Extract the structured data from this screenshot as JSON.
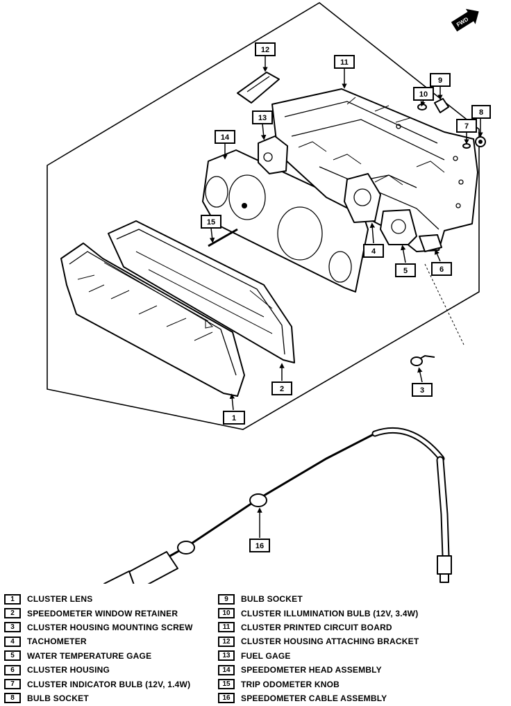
{
  "direction_indicator": "FWD",
  "callouts": [
    "1",
    "2",
    "3",
    "4",
    "5",
    "6",
    "7",
    "8",
    "9",
    "10",
    "11",
    "12",
    "13",
    "14",
    "15",
    "16"
  ],
  "legend": {
    "left": [
      {
        "num": "1",
        "label": "CLUSTER LENS"
      },
      {
        "num": "2",
        "label": "SPEEDOMETER WINDOW RETAINER"
      },
      {
        "num": "3",
        "label": "CLUSTER HOUSING MOUNTING SCREW"
      },
      {
        "num": "4",
        "label": "TACHOMETER"
      },
      {
        "num": "5",
        "label": "WATER TEMPERATURE GAGE"
      },
      {
        "num": "6",
        "label": "CLUSTER HOUSING"
      },
      {
        "num": "7",
        "label": "CLUSTER INDICATOR BULB (12V, 1.4W)"
      },
      {
        "num": "8",
        "label": "BULB SOCKET"
      }
    ],
    "right": [
      {
        "num": "9",
        "label": "BULB SOCKET"
      },
      {
        "num": "10",
        "label": "CLUSTER ILLUMINATION BULB (12V, 3.4W)"
      },
      {
        "num": "11",
        "label": "CLUSTER PRINTED CIRCUIT BOARD"
      },
      {
        "num": "12",
        "label": "CLUSTER HOUSING ATTACHING BRACKET"
      },
      {
        "num": "13",
        "label": "FUEL GAGE"
      },
      {
        "num": "14",
        "label": "SPEEDOMETER HEAD ASSEMBLY"
      },
      {
        "num": "15",
        "label": "TRIP ODOMETER KNOB"
      },
      {
        "num": "16",
        "label": "SPEEDOMETER CABLE ASSEMBLY"
      }
    ]
  }
}
